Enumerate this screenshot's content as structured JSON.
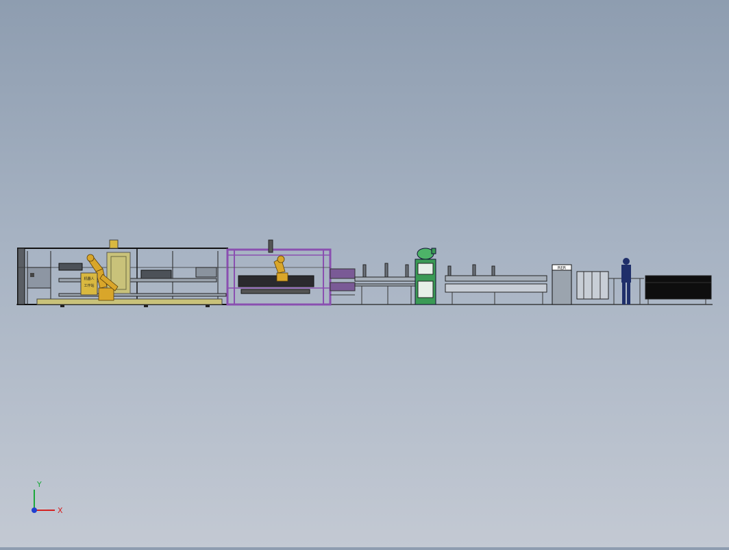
{
  "view": {
    "background_top": "#8e9db0",
    "background_bottom": "#c3c9d3"
  },
  "colors": {
    "frame": "#1a1a1a",
    "robot": "#d9a62a",
    "robot_cell_panel": "#c9c27a",
    "cell_2_frame": "#8a4fb0",
    "green_machine": "#3a9a55",
    "operator": "#1f2f6a",
    "dark_cabinet": "#0e0e0e"
  },
  "line": {
    "cell_1_panel_label": "机器人\n工作站",
    "unit_sign_label": "RER"
  },
  "axis_triad": {
    "x_label": "X",
    "y_label": "Y",
    "x_color": "#d42020",
    "y_color": "#1aa83a",
    "z_color": "#2040d0"
  }
}
